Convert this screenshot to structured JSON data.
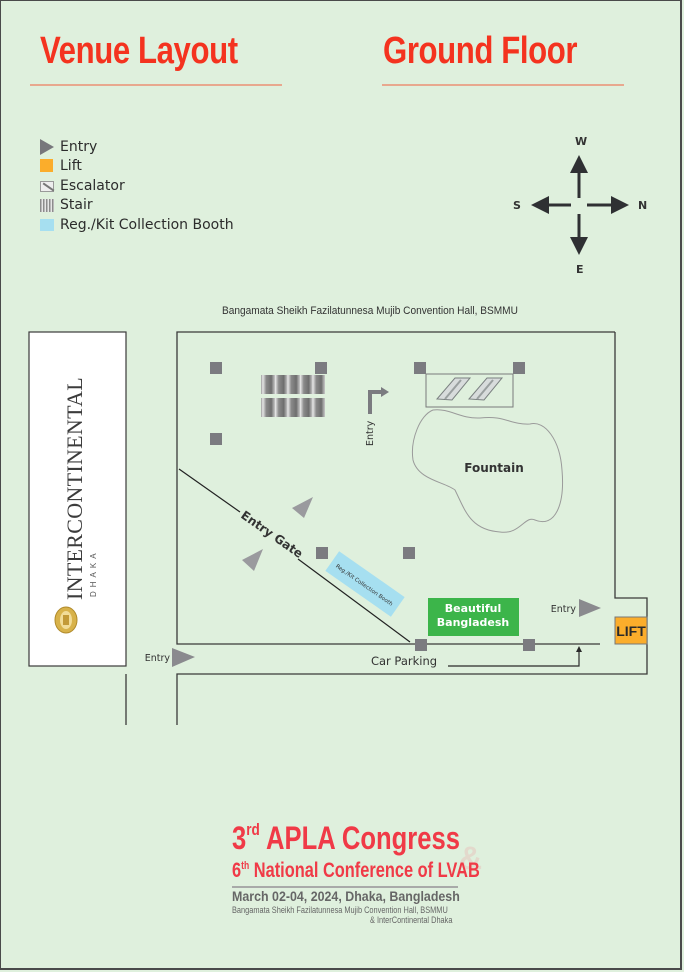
{
  "header": {
    "title_left": "Venue Layout",
    "title_right": "Ground Floor"
  },
  "legend": {
    "items": [
      {
        "icon": "entry-triangle-icon",
        "label": "Entry"
      },
      {
        "icon": "lift-square-icon",
        "label": "Lift"
      },
      {
        "icon": "escalator-icon",
        "label": "Escalator"
      },
      {
        "icon": "stair-icon",
        "label": "Stair"
      },
      {
        "icon": "booth-square-icon",
        "label": "Reg./Kit Collection Booth"
      }
    ]
  },
  "compass": {
    "up": "W",
    "down": "E",
    "left": "S",
    "right": "N"
  },
  "map": {
    "hall_label": "Bangamata Sheikh Fazilatunnesa Mujib Convention Hall, BSMMU",
    "hotel_name": "INTERCONTINENTAL",
    "hotel_city": "DHAKA",
    "fountain_label": "Fountain",
    "entry_gate_label": "Entry Gate",
    "booth_label": "Reg./Kit Collection Booth",
    "beautiful_bangladesh_line1": "Beautiful",
    "beautiful_bangladesh_line2": "Bangladesh",
    "entry_top_label": "Entry",
    "entry_right_label": "Entry",
    "entry_left_label": "Entry",
    "car_parking_label": "Car Parking",
    "lift_label": "LIFT"
  },
  "colors": {
    "background": "#dff0dd",
    "title_red": "#f4331f",
    "lift_orange": "#fbad2b",
    "booth_blue": "#a6dff0",
    "bangladesh_green": "#3cb54a",
    "pillar_gray": "#77777c",
    "footer_red": "#f03a47"
  },
  "footer": {
    "line1_num": "3",
    "line1_sup": "rd",
    "line1_text": " APLA Congress",
    "ampersand": "&",
    "line2_num": "6",
    "line2_sup": "th",
    "line2_text": " National  Conference of LVAB",
    "date": "March 02-04, 2024, Dhaka, Bangladesh",
    "venue_line1": "Bangamata Sheikh Fazilatunnesa Mujib Convention Hall, BSMMU",
    "venue_line2": "& InterContinental Dhaka"
  }
}
